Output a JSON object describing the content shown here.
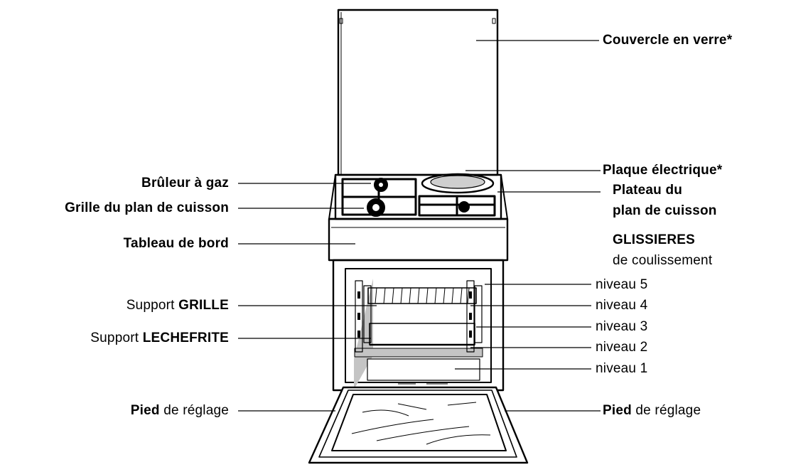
{
  "labels": {
    "couvercle": "Couvercle en verre*",
    "bruleur": "Brûleur à gaz",
    "grille_plan": "Grille du plan de cuisson",
    "tableau": "Tableau de bord",
    "support_grille_a": "Support ",
    "support_grille_b": "GRILLE",
    "support_leche_a": "Support ",
    "support_leche_b": "LECHEFRITE",
    "pied_left_a": "Pied",
    "pied_left_b": " de réglage",
    "plaque": "Plaque électrique*",
    "plateau_1": "Plateau du",
    "plateau_2": "plan de cuisson",
    "glissieres_1": "GLISSIERES",
    "glissieres_2": "de coulissement",
    "niveau_5": "niveau 5",
    "niveau_4": "niveau 4",
    "niveau_3": "niveau 3",
    "niveau_2": "niveau 2",
    "niveau_1": "niveau 1",
    "pied_right_a": "Pied",
    "pied_right_b": " de réglage"
  },
  "colors": {
    "ink": "#000000",
    "shade": "#c8c8c8",
    "paper": "#ffffff"
  }
}
